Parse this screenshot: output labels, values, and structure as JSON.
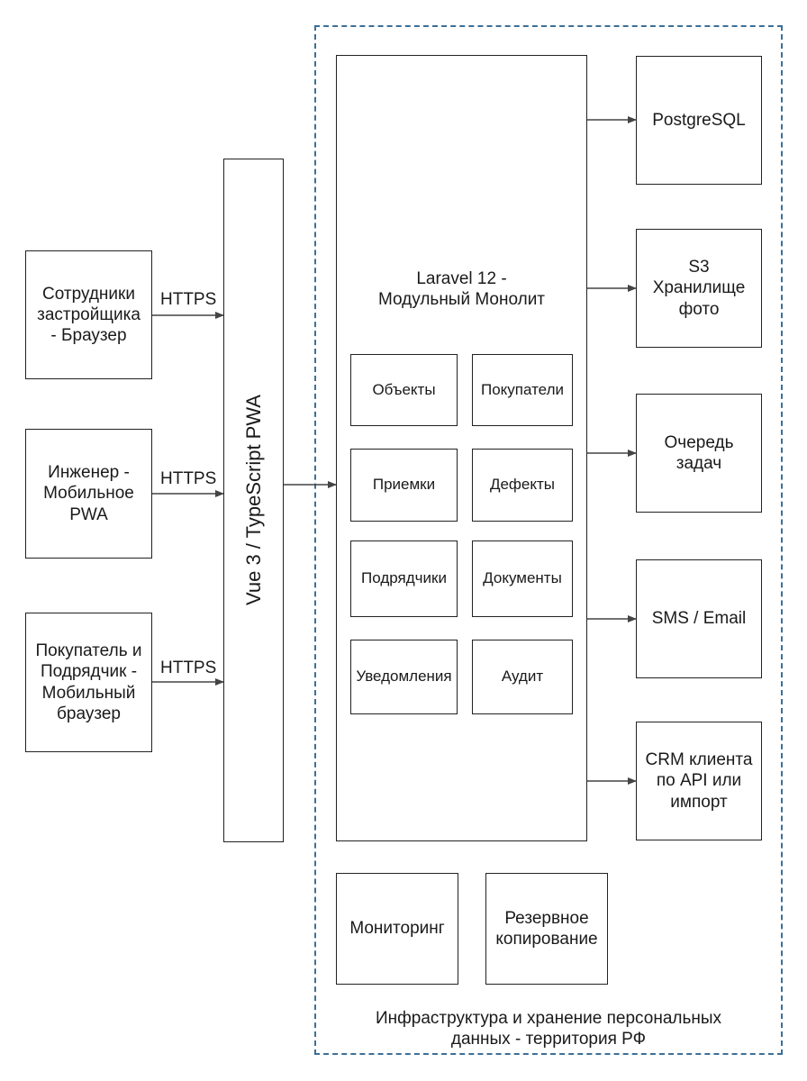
{
  "clients": {
    "employees": "Сотрудники\nзастройщика\n- Браузер",
    "engineer": "Инженер -\nМобильное\nPWA",
    "buyer_contractor": "Покупатель и\nПодрядчик -\nМобильный\nбраузер"
  },
  "protocols": {
    "employees": "HTTPS",
    "engineer": "HTTPS",
    "buyer_contractor": "HTTPS"
  },
  "frontend": {
    "label": "Vue 3 / TypeScript PWA"
  },
  "backend": {
    "title": "Laravel 12 -\nМодульный Монолит",
    "modules": {
      "objects": "Объекты",
      "buyers": "Покупатели",
      "acceptances": "Приемки",
      "defects": "Дефекты",
      "contractors": "Подрядчики",
      "documents": "Документы",
      "notifications": "Уведомления",
      "audit": "Аудит"
    }
  },
  "services": {
    "postgres": "PostgreSQL",
    "s3": "S3\nХранилище\nфото",
    "queue": "Очередь\nзадач",
    "sms_email": "SMS / Email",
    "crm": "CRM клиента\nпо API или\nимпорт"
  },
  "infra": {
    "monitoring": "Мониторинг",
    "backup": "Резервное\nкопирование",
    "zone_label": "Инфраструктура и хранение персональных\nданных - территория РФ"
  },
  "colors": {
    "border": "#222222",
    "zone_border": "#3d6f96",
    "arrow": "#444444"
  }
}
